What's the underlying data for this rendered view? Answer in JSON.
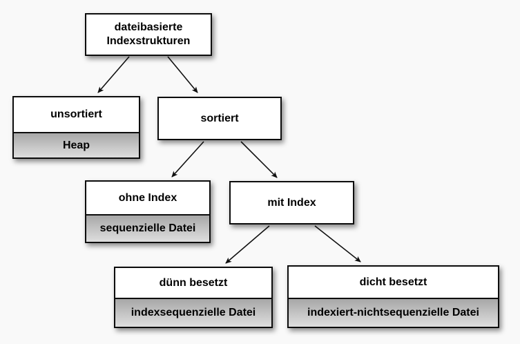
{
  "diagram": {
    "type": "tree",
    "background_color": "#f9f9f9",
    "colors": {
      "node_fill": "#ffffff",
      "node_border": "#0c0c0c",
      "subband_gradient_top": "#a7a7a7",
      "subband_gradient_bottom": "#dedede",
      "arrow": "#111111",
      "text": "#000000"
    },
    "nodes": {
      "root": {
        "label": "dateibasierte Indexstrukturen"
      },
      "unsorted": {
        "label": "unsortiert",
        "sublabel": "Heap"
      },
      "sorted": {
        "label": "sortiert"
      },
      "no_index": {
        "label": "ohne Index",
        "sublabel": "sequenzielle Datei"
      },
      "with_index": {
        "label": "mit Index"
      },
      "sparse": {
        "label": "dünn besetzt",
        "sublabel": "indexsequenzielle Datei"
      },
      "dense": {
        "label": "dicht besetzt",
        "sublabel": "indexiert-nichtsequenzielle Datei"
      }
    },
    "edges": [
      {
        "from": "root",
        "to": "unsorted"
      },
      {
        "from": "root",
        "to": "sorted"
      },
      {
        "from": "sorted",
        "to": "no_index"
      },
      {
        "from": "sorted",
        "to": "with_index"
      },
      {
        "from": "with_index",
        "to": "sparse"
      },
      {
        "from": "with_index",
        "to": "dense"
      }
    ]
  }
}
